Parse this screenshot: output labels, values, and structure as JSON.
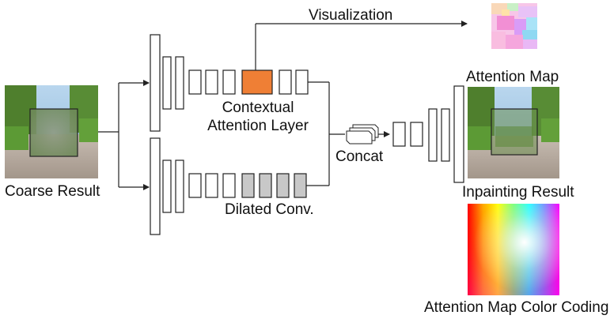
{
  "labels": {
    "coarse_result": "Coarse Result",
    "visualization": "Visualization",
    "contextual_attention_layer": "Contextual Attention Layer",
    "contextual_line1": "Contextual",
    "contextual_line2": "Attention Layer",
    "dilated_conv": "Dilated Conv.",
    "concat": "Concat",
    "attention_map": "Attention Map",
    "inpainting_result": "Inpainting Result",
    "color_coding": "Attention Map Color Coding"
  },
  "colors": {
    "contextual_block": "#ef7f35",
    "dilated_block": "#c8c8c8",
    "line": "#222222",
    "sky": "#9fc6e4",
    "grass": "#5e9a3a",
    "road": "#b8aba0"
  }
}
